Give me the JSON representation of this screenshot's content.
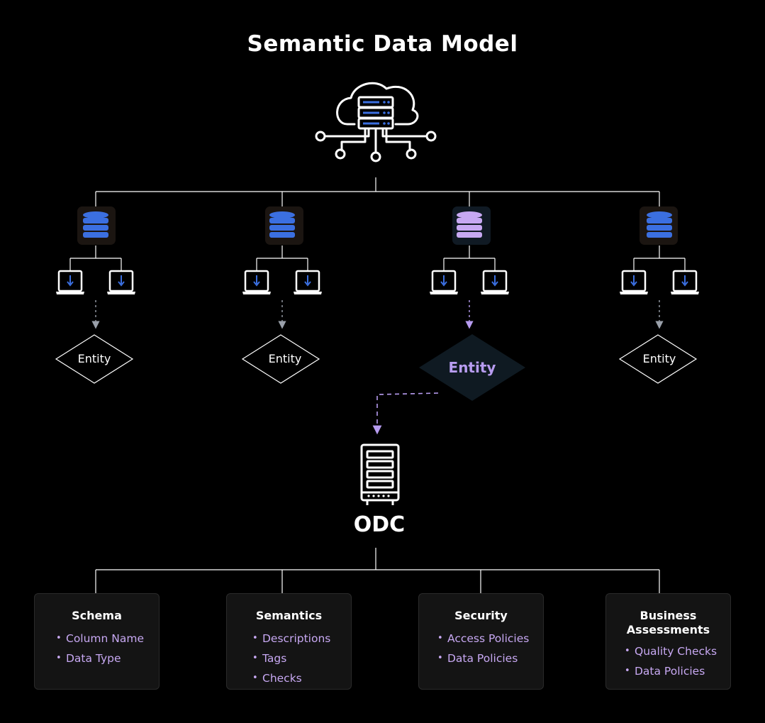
{
  "title": "Semantic Data Model",
  "entities": [
    "Entity",
    "Entity",
    "Entity",
    "Entity"
  ],
  "highlighted_entity_index": 2,
  "odc_label": "ODC",
  "cards": [
    {
      "title": "Schema",
      "items": [
        "Column Name",
        "Data Type"
      ]
    },
    {
      "title": "Semantics",
      "items": [
        "Descriptions",
        "Tags",
        "Checks"
      ]
    },
    {
      "title": "Security",
      "items": [
        "Access Policies",
        "Data Policies"
      ]
    },
    {
      "title": "Business Assessments",
      "title_lines": [
        "Business",
        "Assessments"
      ],
      "items": [
        "Quality Checks",
        "Data Policies"
      ]
    }
  ],
  "colors": {
    "background": "#000000",
    "line": "#ffffff",
    "db_blue": "#3b6fe0",
    "db_purple": "#c7a8f2",
    "accent_purple": "#b79cf0",
    "card_bg": "#141414"
  },
  "icons": {
    "top": "cloud-server-network-icon",
    "database": "database-icon",
    "device": "laptop-download-icon",
    "odc": "server-rack-icon"
  }
}
